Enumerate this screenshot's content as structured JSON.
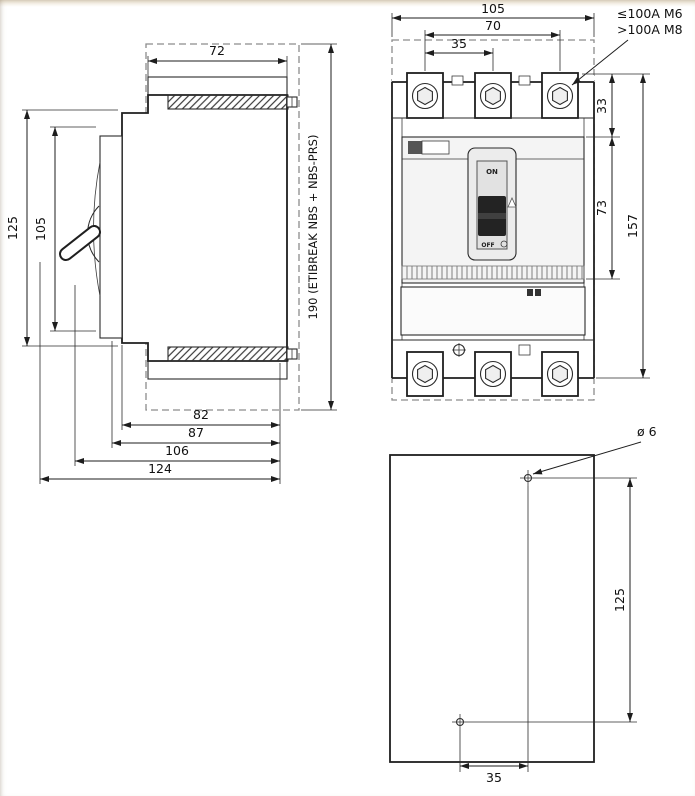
{
  "colors": {
    "line": "#1f1f1f",
    "envelope_dashed": "#8c8c8c"
  },
  "side_view": {
    "dim_top_width": "72",
    "dim_left_outer": "125",
    "dim_left_inner": "105",
    "dim_overall_height": "190 (ETIBREAK NBS + NBS-PRS)",
    "dim_depth_chain": [
      "82",
      "87",
      "106",
      "124"
    ]
  },
  "front_view": {
    "dim_width": "105",
    "dim_pole_span": "70",
    "dim_pole_pitch": "35",
    "dim_top_section": "33",
    "dim_cover_section": "73",
    "dim_total_height": "157",
    "terminal_note_line1": "≤100A M6",
    "terminal_note_line2": ">100A M8",
    "switch_on_label": "ON",
    "switch_off_label": "OFF"
  },
  "mounting_view": {
    "hole_diameter": "ø 6",
    "dim_hole_vertical": "125",
    "dim_hole_horizontal": "35"
  }
}
